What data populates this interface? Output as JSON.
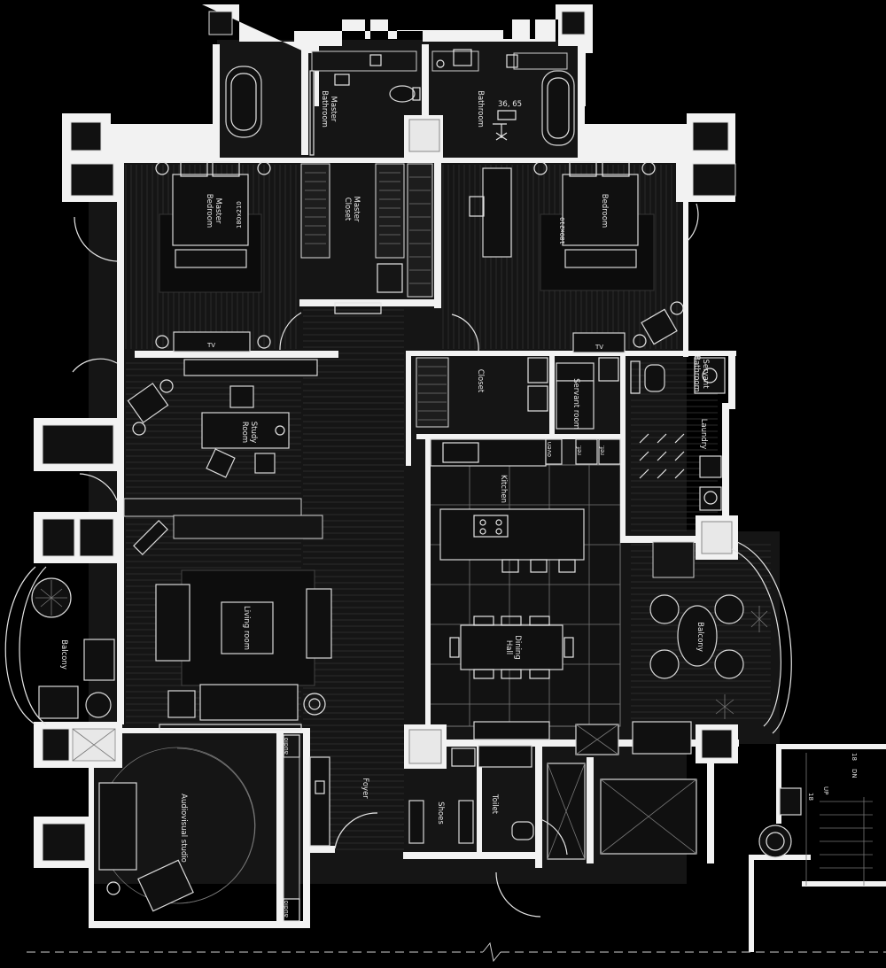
{
  "rooms": {
    "master_bathroom": [
      "Master",
      "Bathroom"
    ],
    "bathroom": "Bathroom",
    "master_closet": [
      "Master",
      "Closet"
    ],
    "master_bedroom": [
      "Master",
      "Bedroom"
    ],
    "bedroom": "Bedroom",
    "closet": "Closet",
    "servant_room": "Servant room",
    "servant_bathroom": [
      "Servant",
      "Bathroom"
    ],
    "laundry": "Laundry",
    "study_room": [
      "Study",
      "Room"
    ],
    "kitchen": "Kitchen",
    "living_room": "Living room",
    "dining_hall": [
      "Dining",
      "Hall"
    ],
    "balcony_left": "Balcony",
    "balcony_right": "Balcony",
    "audiovisual_studio": "Audiovisual studio",
    "foyer": "Foyer",
    "shoes": "Shoes",
    "toilet": "Toilet"
  },
  "annotations": {
    "dimension": "36, 65",
    "bed_size_left": "180x210",
    "bed_size_right": "180x210",
    "tv_left": "TV",
    "tv_right": "TV",
    "appliance_oven": "oven",
    "appliance_ref_1": "ref.",
    "appliance_ref_2": "ref.",
    "audio_1": "audio",
    "audio_2": "audio",
    "stair_count_a": "18",
    "stair_count_b": "18",
    "stair_dn": "DN",
    "stair_up": "UP"
  },
  "colors": {
    "background": "#000000",
    "wall": "#f2f2f2",
    "floor": "#151515",
    "fixture_line": "#d9d9d9"
  }
}
